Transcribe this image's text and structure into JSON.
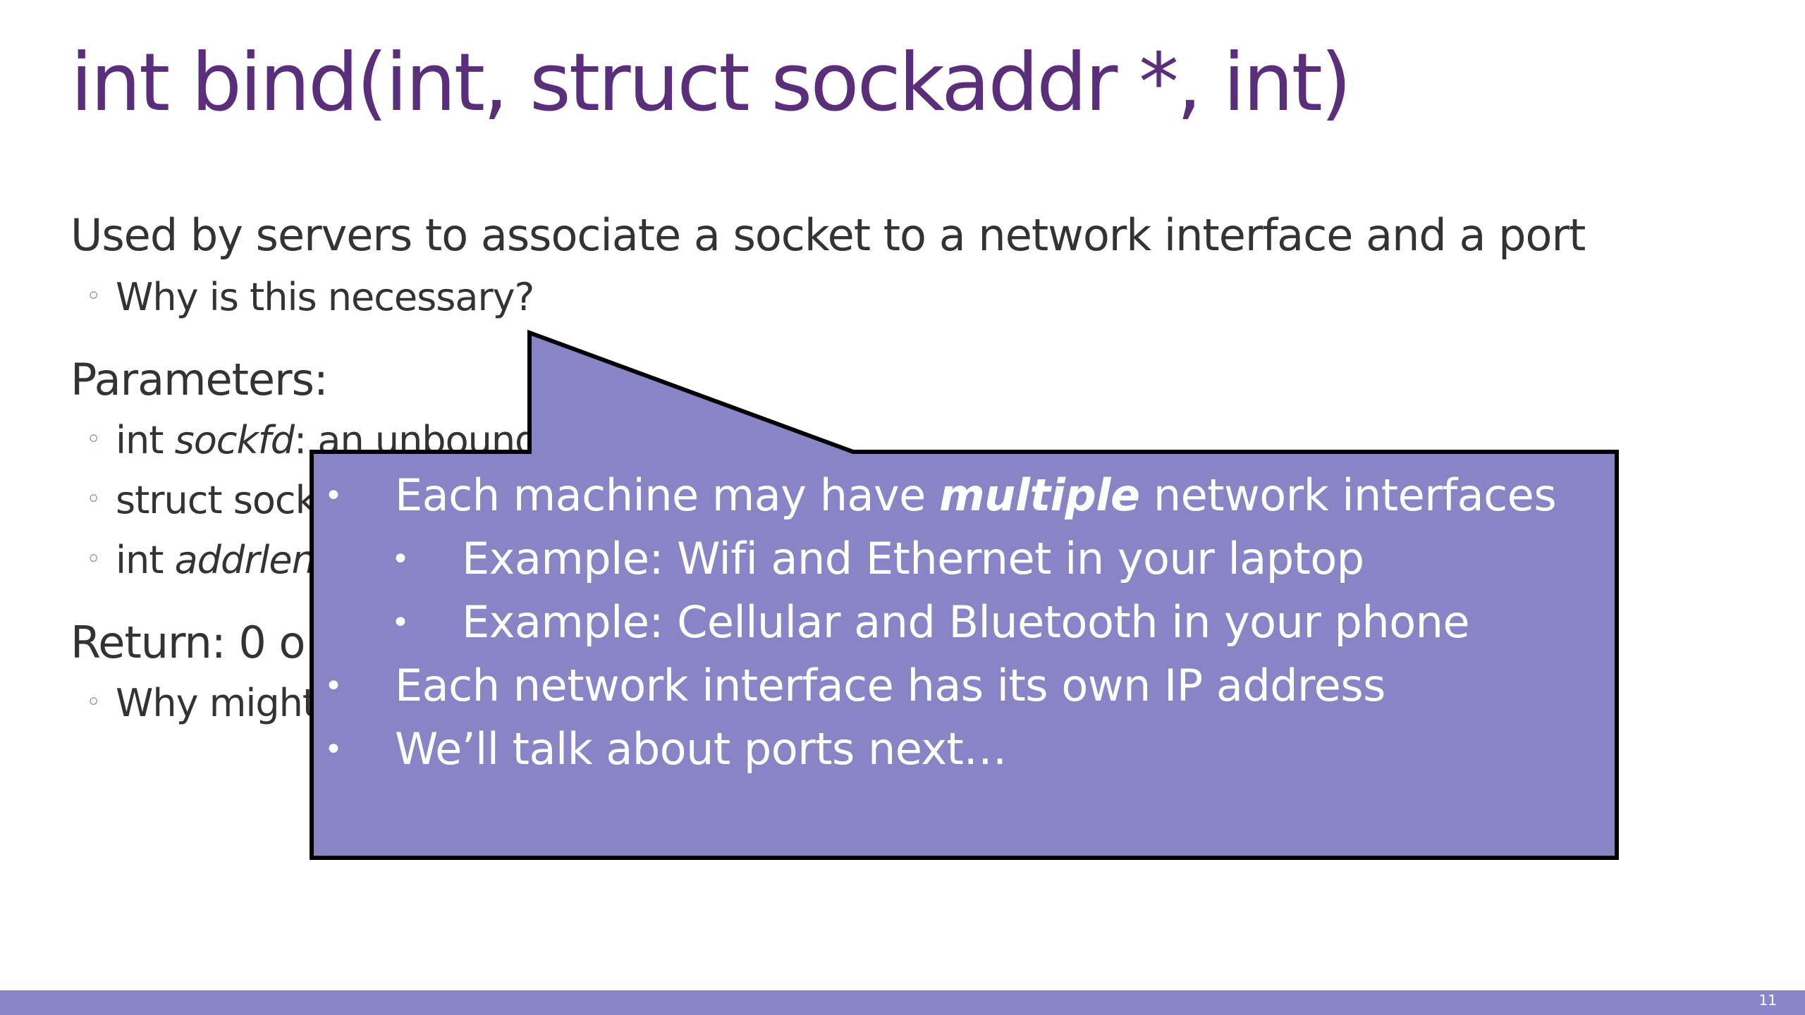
{
  "slide": {
    "title": "int bind(int, struct sockaddr *, int)",
    "page_number": "11"
  },
  "body": {
    "line1": "Used by servers to associate a socket to a network interface and a port",
    "line1_sub": "Why is this necessary?",
    "params_heading": "Parameters:",
    "param1_type": "int ",
    "param1_name": "sockfd",
    "param1_rest": ": an unbound",
    "param2_text": "struct sock",
    "param3_type": "int ",
    "param3_name": "addrlen",
    "return_text": "Return: 0 o",
    "return_sub": "Why might"
  },
  "callout": {
    "item1_pre": "Each machine may have ",
    "item1_emph": "multiple",
    "item1_post": " network interfaces",
    "sub1": "Example: Wifi and Ethernet in your laptop",
    "sub2": "Example: Cellular and Bluetooth in your phone",
    "item2": "Each network interface has its own IP address",
    "item3": "We’ll talk about ports next…"
  },
  "colors": {
    "title": "#5b2e7c",
    "callout_fill": "#8884c6",
    "footer": "#8886c8"
  }
}
